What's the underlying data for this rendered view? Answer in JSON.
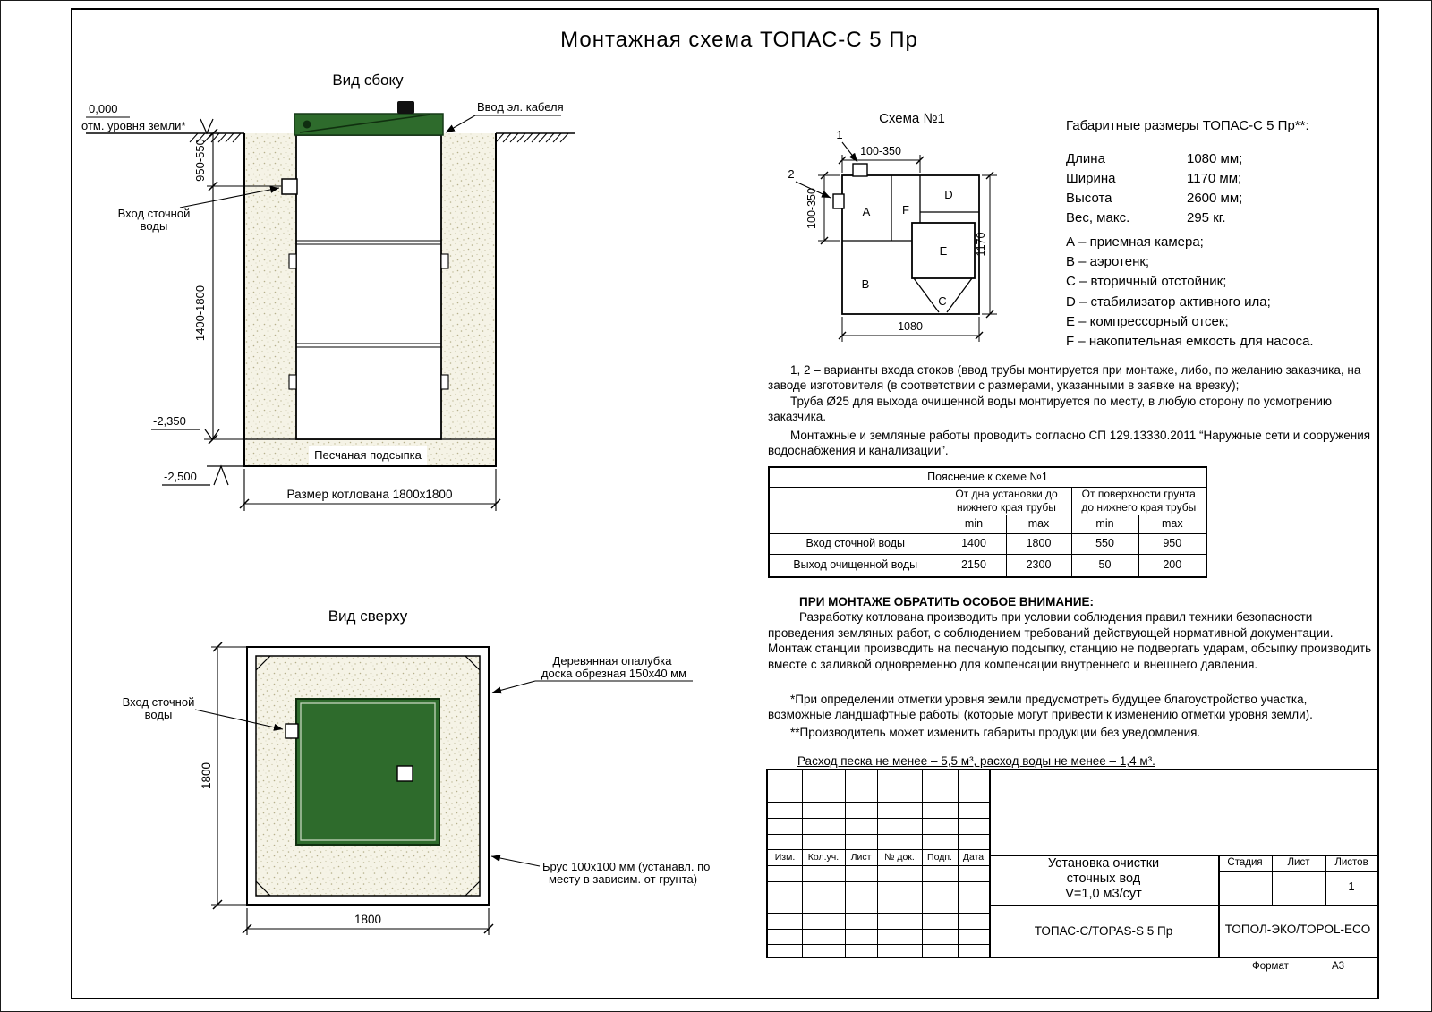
{
  "sheet": {
    "title": "Монтажная схема ТОПАС-С 5 Пр"
  },
  "side_view": {
    "title": "Вид сбоку",
    "zero_mark": "0,000",
    "ground_label": "отм. уровня земли*",
    "cable_label": "Ввод эл. кабеля",
    "inlet_line1": "Вход сточной",
    "inlet_line2": "воды",
    "dim_inlet_depth": "950-550",
    "dim_body_depth": "1400-1800",
    "level_bedding": "-2,350",
    "level_bottom": "-2,500",
    "sand_label": "Песчаная подсыпка",
    "pit_dim_label": "Размер котлована 1800х1800"
  },
  "top_view": {
    "title": "Вид сверху",
    "inlet_line1": "Вход сточной",
    "inlet_line2": "воды",
    "formwork_line1": "Деревянная опалубка",
    "formwork_line2": "доска обрезная 150х40 мм",
    "beam_line1": "Брус 100х100 мм (устанавл. по",
    "beam_line2": "месту в зависим. от грунта)",
    "dim_width": "1800",
    "dim_height": "1800"
  },
  "scheme": {
    "title": "Схема №1",
    "marker1": "1",
    "marker2": "2",
    "dim_top": "100-350",
    "dim_left": "100-350",
    "dim_width": "1080",
    "dim_depth": "1170",
    "cells": {
      "a": "А",
      "b": "В",
      "c": "С",
      "d": "D",
      "e": "Е",
      "f": "F"
    }
  },
  "specs": {
    "heading": "Габаритные размеры ТОПАС-С 5 Пр**:",
    "rows": [
      {
        "label": "Длина",
        "value": "1080 мм;"
      },
      {
        "label": "Ширина",
        "value": "1170 мм;"
      },
      {
        "label": "Высота",
        "value": "2600 мм;"
      },
      {
        "label": "Вес, макс.",
        "value": "295 кг."
      }
    ],
    "legend": [
      "А – приемная камера;",
      "В – аэротенк;",
      "С – вторичный отстойник;",
      "D – стабилизатор активного ила;",
      "Е – компрессорный отсек;",
      "F – накопительная емкость для насоса."
    ]
  },
  "notes": {
    "variants": "1, 2 – варианты входа стоков (ввод трубы монтируется при монтаже, либо, по желанию заказчика, на заводе изготовителя (в соответствии с размерами, указанными в заявке на врезку);",
    "pipe": "Труба Ø25 для выхода очищенной воды монтируется по месту, в любую сторону по усмотрению заказчика.",
    "regulations": "Монтажные и земляные работы проводить согласно СП 129.13330.2011 “Наружные сети и сооружения водоснабжения и канализации”."
  },
  "table": {
    "title": "Пояснение к схеме №1",
    "col_group1": "От дна установки до нижнего края трубы",
    "col_group2": "От поверхности грунта до нижнего края трубы",
    "min_label": "min",
    "max_label": "max",
    "rows": [
      {
        "label": "Вход сточной воды",
        "values": [
          "1400",
          "1800",
          "550",
          "950"
        ]
      },
      {
        "label": "Выход очищенной воды",
        "values": [
          "2150",
          "2300",
          "50",
          "200"
        ]
      }
    ]
  },
  "attention": {
    "heading": "ПРИ МОНТАЖЕ ОБРАТИТЬ ОСОБОЕ ВНИМАНИЕ:",
    "body": "Разработку котлована производить при условии соблюдения правил техники безопасности проведения земляных работ, с соблюдением требований действующей нормативной документации. Монтаж станции производить на песчаную подсыпку, станцию не подвергать ударам, обсыпку производить вместе с заливкой одновременно для компенсации внутреннего и внешнего давления."
  },
  "footnotes": {
    "ground": "*При определении отметки уровня земли предусмотреть будущее благоустройство участка, возможные ландшафтные работы (которые могут привести к изменению отметки уровня земли).",
    "producer": "**Производитель может изменить габариты продукции без уведомления.",
    "consumption": "Расход песка не менее – 5,5 м³, расход воды не менее – 1,4 м³."
  },
  "title_block": {
    "cols": [
      "Изм.",
      "Кол.уч.",
      "Лист",
      "№ док.",
      "Подп.",
      "Дата"
    ],
    "doc_line1": "Установка очистки",
    "doc_line2": "сточных вод",
    "doc_line3": "V=1,0 м3/сут",
    "stage_label": "Стадия",
    "sheet_label": "Лист",
    "sheets_label": "Листов",
    "sheets_value": "1",
    "model": "ТОПАС-С/TOPAS-S 5 Пр",
    "company": "ТОПОЛ-ЭКО/TOPOL-ECO",
    "format_label": "Формат",
    "format_value": "А3"
  }
}
